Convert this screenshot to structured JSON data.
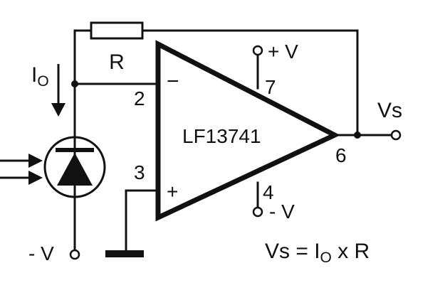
{
  "colors": {
    "ink": "#111111",
    "background": "#ffffff"
  },
  "labels": {
    "resistor": "R",
    "current": "I",
    "current_subscript": "O",
    "pin_inverting": "2",
    "pin_noninverting": "3",
    "pin_vplus": "7",
    "pin_vminus": "4",
    "pin_output": "6",
    "sign_minus": "−",
    "sign_plus": "+",
    "opamp": "LF13741",
    "supply_plus": "+ V",
    "supply_minus": "- V",
    "photodiode_supply": "- V",
    "output": "Vs"
  },
  "formula": {
    "lhs": "Vs = ",
    "current": "I",
    "current_subscript": "O",
    "rhs": " x R"
  },
  "icons": [
    "resistor-icon",
    "opamp-icon",
    "photodiode-icon",
    "ground-icon",
    "current-arrow-icon",
    "light-rays-icon"
  ]
}
